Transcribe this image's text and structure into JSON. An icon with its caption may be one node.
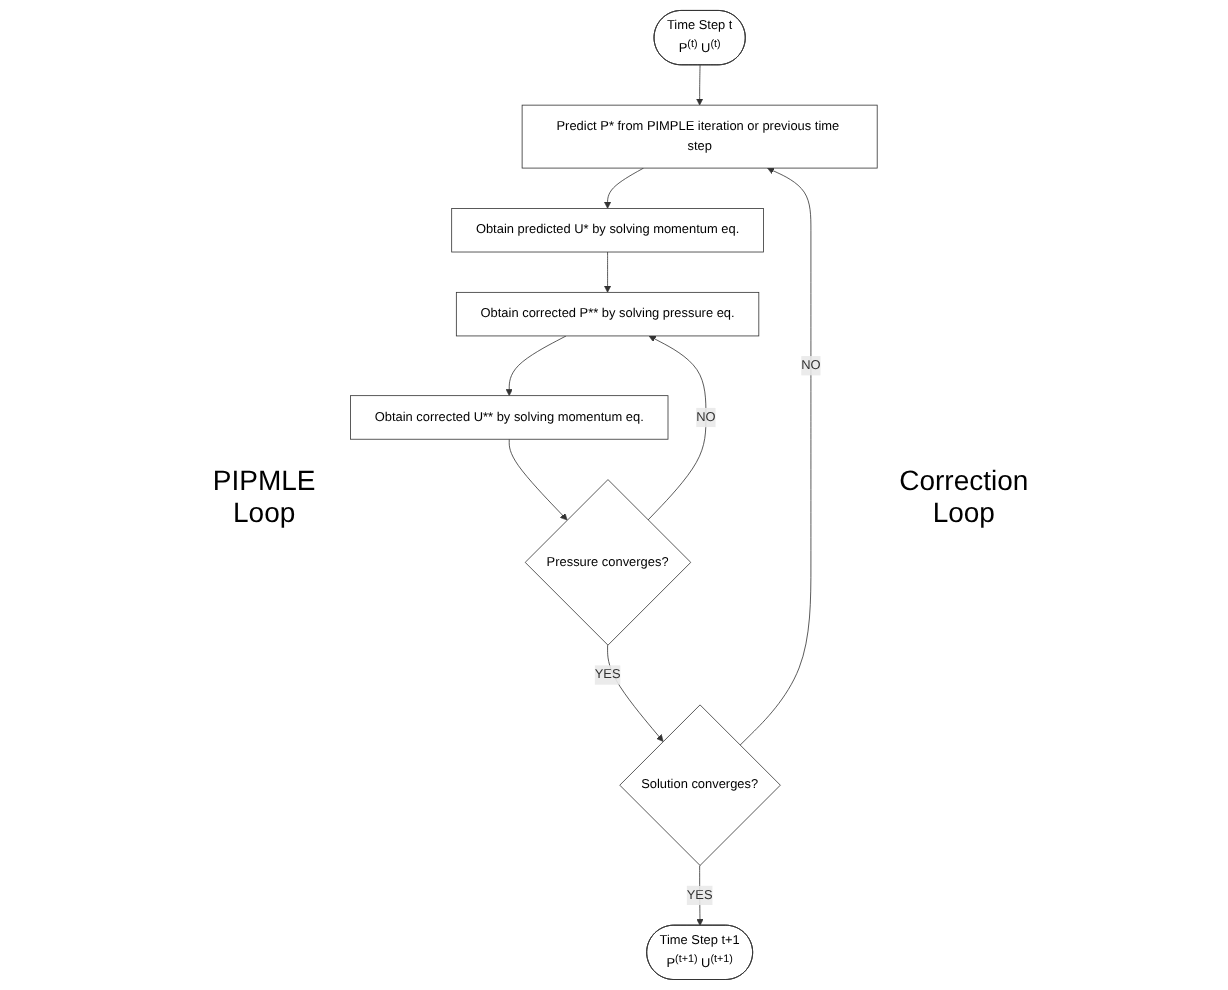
{
  "diagram": {
    "nodes": [
      {
        "text": [
          "Time Step t",
          "P$^{(t)}$ U$^{(t)}$"
        ]
      },
      {
        "text": [
          "Predict P* from PIMPLE iteration or previous time step"
        ]
      },
      {
        "text": [
          "Obtain predicted U* by solving momentum eq."
        ]
      },
      {
        "text": [
          "Obtain corrected P** by solving pressure eq."
        ]
      },
      {
        "text": [
          "Obtain corrected U** by solving momentum eq."
        ]
      },
      {
        "text": [
          "Pressure converges?"
        ]
      },
      {
        "text": [
          "Solution converges?"
        ]
      },
      {
        "text": [
          "Time Step t+1",
          "P$^{(t+1)}$ U$^{(t+1)}$"
        ]
      }
    ],
    "edges": [
      {
        "from": 0,
        "to": 1,
        "arrow": "to"
      },
      {
        "from": 1,
        "to": 2,
        "arrow": "to"
      },
      {
        "from": 2,
        "to": 3,
        "arrow": "to"
      },
      {
        "from": 3,
        "to": 4,
        "arrow": "to"
      },
      {
        "from": 4,
        "to": 5,
        "arrow": "to"
      },
      {
        "from": 5,
        "to": 6,
        "label": "YES",
        "arrow": "to"
      },
      {
        "from": 5,
        "to": 3,
        "label": "NO",
        "arrow": "to"
      },
      {
        "from": 6,
        "to": 1,
        "label": "NO",
        "arrow": "to"
      },
      {
        "from": 6,
        "to": 7,
        "label": "YES",
        "arrow": "to"
      }
    ],
    "labels": [
      "PIPMLE Loop",
      "Correction Loop"
    ]
  }
}
